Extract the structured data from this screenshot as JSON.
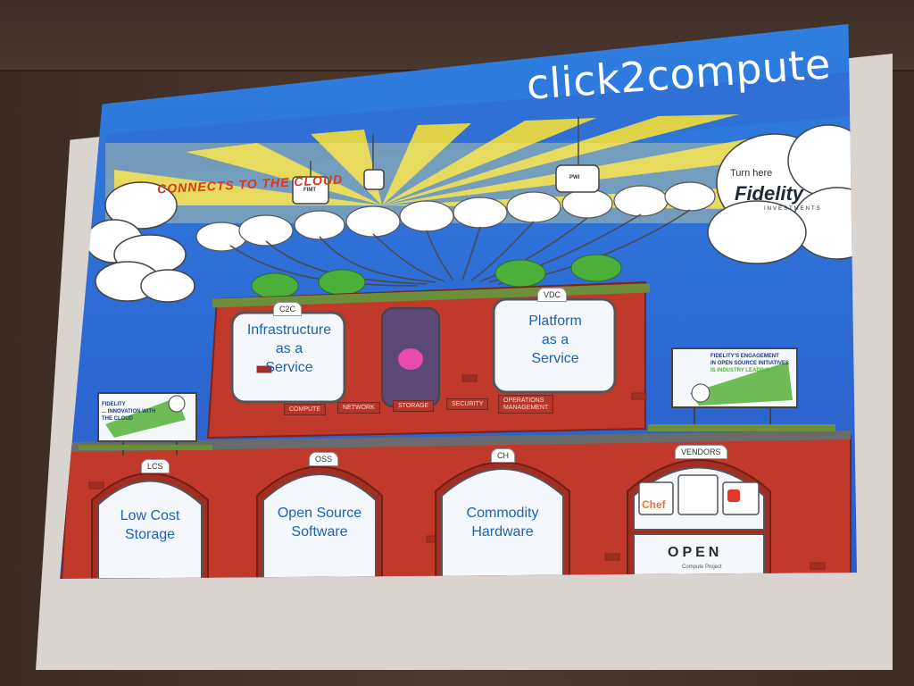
{
  "slide": {
    "title": "click2compute",
    "tagline": "CONNECTS TO THE CLOUD",
    "brand": {
      "prefix": "Turn here",
      "name": "Fidelity",
      "sub": "INVESTMENTS"
    },
    "upper_windows": [
      {
        "tag": "C2C",
        "lines": [
          "Infrastructure",
          "as a",
          "Service"
        ]
      },
      {
        "tag": "VDC",
        "lines": [
          "Platform",
          "as a",
          "Service"
        ]
      }
    ],
    "service_tags": [
      "COMPUTE",
      "NETWORK",
      "STORAGE",
      "SECURITY",
      "OPERATIONS MANAGEMENT"
    ],
    "lower_windows": [
      {
        "tag": "LCS",
        "lines": [
          "Low Cost",
          "Storage"
        ]
      },
      {
        "tag": "OSS",
        "lines": [
          "Open Source",
          "Software"
        ]
      },
      {
        "tag": "CH",
        "lines": [
          "Commodity",
          "Hardware"
        ]
      }
    ],
    "vendors": {
      "tag": "VENDORS",
      "chef": "Chef",
      "open": "OPEN",
      "open_sub": "Compute Project"
    },
    "billboard_right": {
      "lines": [
        "FIDELITY'S ENGAGEMENT",
        "IN OPEN SOURCE INITIATIVES",
        "IS INDUSTRY LEADING"
      ]
    },
    "billboard_left": {
      "lines": [
        "FIDELITY",
        "... INNOVATION WITH",
        "THE CLOUD"
      ]
    },
    "plug_labels": [
      "FIMT",
      "PWI"
    ]
  },
  "colors": {
    "sky": "#2f7fe0",
    "brick": "#c0392b",
    "sun": "#f2dd3a",
    "window_text": "#1b62b8"
  }
}
